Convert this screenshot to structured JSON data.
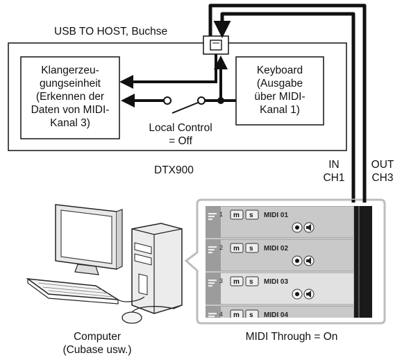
{
  "labels": {
    "usb_to_host": "USB TO HOST, Buchse",
    "tone_generator": [
      "Klangerzeu-",
      "gungseinheit",
      "(Erkennen der",
      "Daten von MIDI-",
      "Kanal 3)"
    ],
    "keyboard": [
      "Keyboard",
      "(Ausgabe",
      "über MIDI-",
      "Kanal 1)"
    ],
    "local_control": [
      "Local Control",
      "= Off"
    ],
    "device": "DTX900",
    "in_port": [
      "IN",
      "CH1"
    ],
    "out_port": [
      "OUT",
      "CH3"
    ],
    "computer": [
      "Computer",
      "(Cubase usw.)"
    ],
    "midi_through": "MIDI Through = On"
  },
  "tracks": [
    {
      "number": "1",
      "mute": "m",
      "solo": "s",
      "name": "MIDI 01",
      "selected": false
    },
    {
      "number": "2",
      "mute": "m",
      "solo": "s",
      "name": "MIDI 02",
      "selected": false
    },
    {
      "number": "3",
      "mute": "m",
      "solo": "s",
      "name": "MIDI 03",
      "selected": true
    },
    {
      "number": "4",
      "mute": "m",
      "solo": "s",
      "name": "MIDI 04",
      "selected": false
    }
  ],
  "colors": {
    "line": "#111111",
    "callout_border": "#bdbdbd",
    "track_bg": "#c9c9c9",
    "track_selected_bg": "#e1e1e1",
    "track_strip": "#9c9c9c"
  }
}
